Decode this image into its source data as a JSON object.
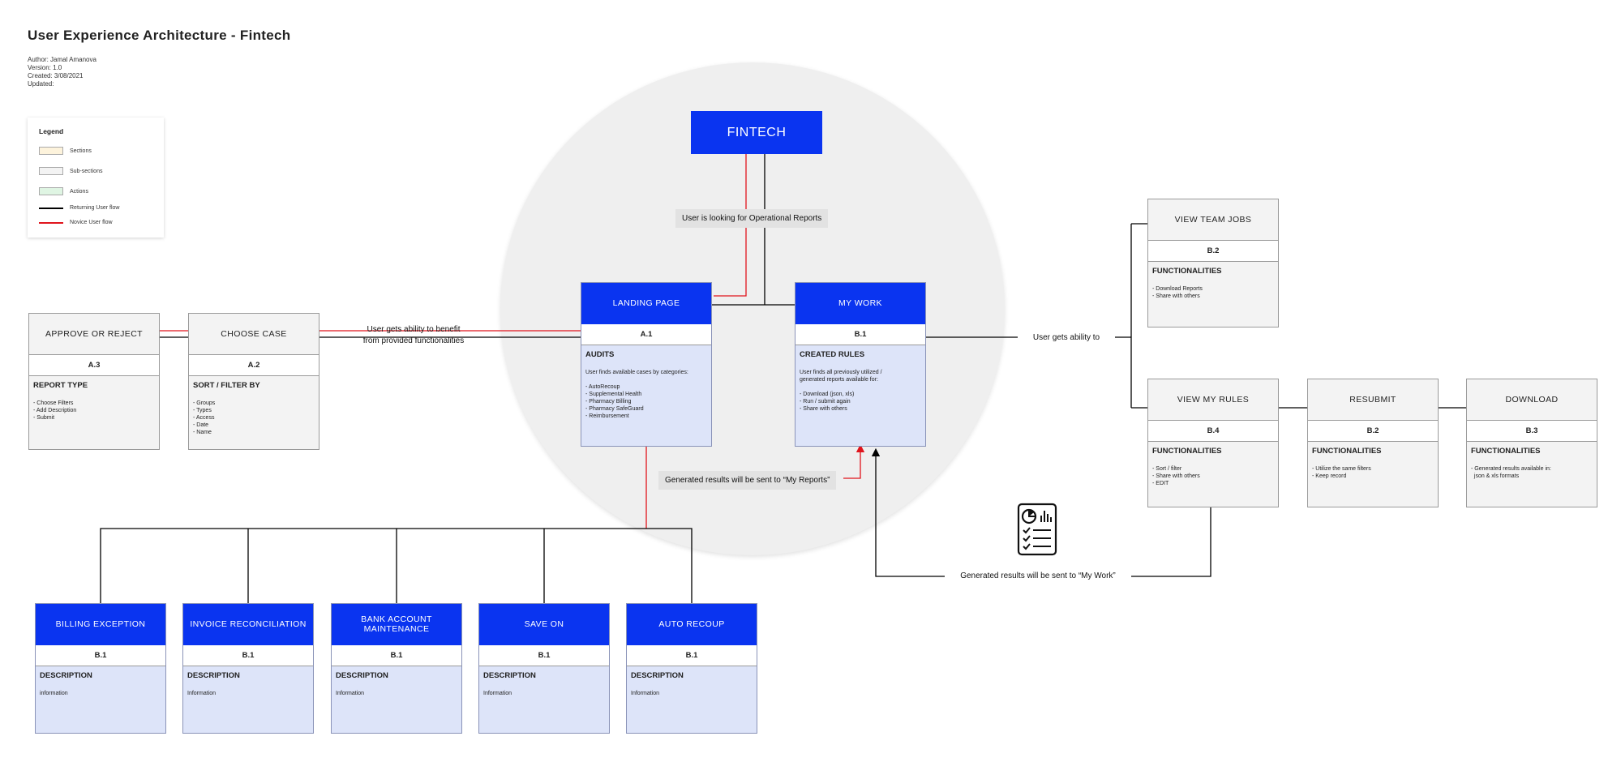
{
  "header": {
    "title": "User Experience Architecture - Fintech",
    "meta": [
      "Author: Jamal Amanova",
      "Version: 1.0",
      "Created: 3/08/2021",
      "Updated:"
    ]
  },
  "legend": {
    "title": "Legend",
    "items": [
      {
        "label": "Sections",
        "swatch": "#fdf3dc"
      },
      {
        "label": "Sub-sections",
        "swatch": "#f3f3f3"
      },
      {
        "label": "Actions",
        "swatch": "#dff5e3"
      },
      {
        "label": "Returning User flow",
        "line": "#000000"
      },
      {
        "label": "Novice User flow",
        "line": "#e0141c"
      }
    ]
  },
  "colors": {
    "primary_blue": "#0a34f0",
    "novice_red": "#e0141c",
    "returning_black": "#000000"
  },
  "root": {
    "label": "FINTECH"
  },
  "labels": {
    "operational": "User is looking for Operational Reports",
    "benefit_1": "User gets ability to benefit",
    "benefit_2": "from provided functionalities",
    "ability_to": "User gets ability to",
    "my_reports": "Generated results will be sent to “My Reports”",
    "my_work": "Generated results will be sent to “My Work”"
  },
  "cards": {
    "landing": {
      "title": "LANDING PAGE",
      "code": "A.1",
      "body_title": "AUDITS",
      "lines": [
        "User finds available cases by categories:",
        "",
        "- AutoRecoup",
        "- Supplemental Health",
        "- Pharmacy Billing",
        "- Pharmacy SafeGuard",
        "- Reimbursement"
      ]
    },
    "mywork": {
      "title": "MY WORK",
      "code": "B.1",
      "body_title": "CREATED RULES",
      "lines": [
        "User finds all previously utilized /",
        "generated reports available for:",
        "",
        "- Download (json, xls)",
        "- Run / submit again",
        "- Share with others"
      ]
    },
    "approve": {
      "title": "APPROVE OR REJECT",
      "code": "A.3",
      "body_title": "REPORT TYPE",
      "lines": [
        "",
        "- Choose Filters",
        "- Add Description",
        "- Submit"
      ]
    },
    "choose": {
      "title": "CHOOSE CASE",
      "code": "A.2",
      "body_title": "SORT / FILTER BY",
      "lines": [
        "",
        "- Groups",
        "- Types",
        "- Access",
        "- Date",
        "- Name"
      ]
    },
    "teamjobs": {
      "title": "VIEW TEAM JOBS",
      "code": "B.2",
      "body_title": "FUNCTIONALITIES",
      "lines": [
        "",
        "- Download Reports",
        "- Share with others"
      ]
    },
    "myrules": {
      "title": "VIEW MY RULES",
      "code": "B.4",
      "body_title": "FUNCTIONALITIES",
      "lines": [
        "",
        "- Sort / filter",
        "- Share with others",
        "- EDIT"
      ]
    },
    "resubmit": {
      "title": "RESUBMIT",
      "code": "B.2",
      "body_title": "FUNCTIONALITIES",
      "lines": [
        "",
        "- Utilize the same filters",
        "- Keep record"
      ]
    },
    "download": {
      "title": "DOWNLOAD",
      "code": "B.3",
      "body_title": "FUNCTIONALITIES",
      "lines": [
        "",
        "- Generated results available in:",
        "  json & xls formats"
      ]
    },
    "billing": {
      "title": "BILLING EXCEPTION",
      "code": "B.1",
      "body_title": "DESCRIPTION",
      "lines": [
        "",
        "information"
      ]
    },
    "invoice": {
      "title": "INVOICE RECONCILIATION",
      "code": "B.1",
      "body_title": "DESCRIPTION",
      "lines": [
        "",
        "Information"
      ]
    },
    "bank": {
      "title": "BANK ACCOUNT MAINTENANCE",
      "code": "B.1",
      "body_title": "DESCRIPTION",
      "lines": [
        "",
        "Information"
      ]
    },
    "saveon": {
      "title": "SAVE ON",
      "code": "B.1",
      "body_title": "DESCRIPTION",
      "lines": [
        "",
        "Information"
      ]
    },
    "autorecoup": {
      "title": "AUTO RECOUP",
      "code": "B.1",
      "body_title": "DESCRIPTION",
      "lines": [
        "",
        "Information"
      ]
    }
  }
}
